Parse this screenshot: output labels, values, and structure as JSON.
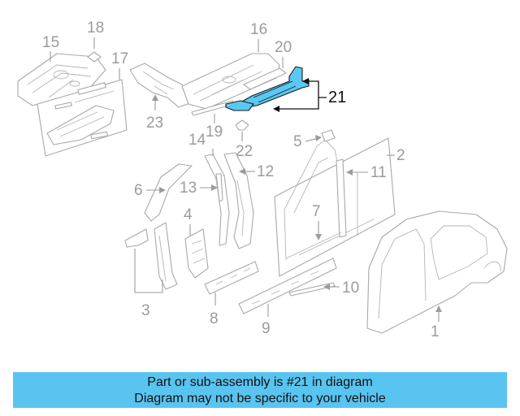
{
  "diagram": {
    "highlighted_part": "21",
    "accent_color": "#5bc8f2",
    "callouts": [
      "1",
      "2",
      "3",
      "4",
      "5",
      "6",
      "7",
      "8",
      "9",
      "10",
      "11",
      "12",
      "13",
      "14",
      "15",
      "16",
      "17",
      "18",
      "19",
      "20",
      "21",
      "22",
      "23"
    ]
  },
  "banner": {
    "line1": "Part or sub-assembly is #21 in diagram",
    "line2": "Diagram may not be specific to your vehicle",
    "background_color": "#59c4f0"
  }
}
